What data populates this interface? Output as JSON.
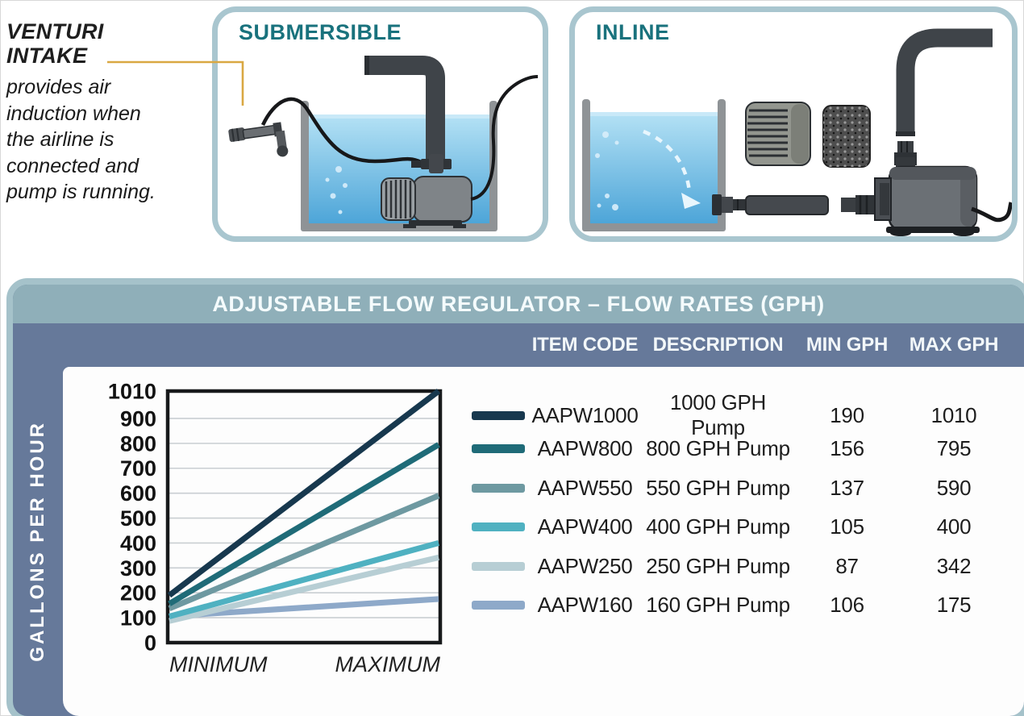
{
  "note": {
    "title_line1": "VENTURI",
    "title_line2": "INTAKE",
    "body": "provides air induction when the airline is connected and pump is running."
  },
  "cards": {
    "submersible_title": "SUBMERSIBLE",
    "inline_title": "INLINE"
  },
  "panel": {
    "title": "ADJUSTABLE FLOW REGULATOR – FLOW RATES (GPH)",
    "columns": [
      "ITEM CODE",
      "DESCRIPTION",
      "MIN GPH",
      "MAX GPH"
    ],
    "ylabel": "GALLONS PER HOUR"
  },
  "table": {
    "rows": [
      {
        "code": "AAPW1000",
        "desc": "1000 GPH Pump",
        "min": "190",
        "max": "1010"
      },
      {
        "code": "AAPW800",
        "desc": "800 GPH Pump",
        "min": "156",
        "max": "795"
      },
      {
        "code": "AAPW550",
        "desc": "550 GPH Pump",
        "min": "137",
        "max": "590"
      },
      {
        "code": "AAPW400",
        "desc": "400 GPH Pump",
        "min": "105",
        "max": "400"
      },
      {
        "code": "AAPW250",
        "desc": "250 GPH Pump",
        "min": "87",
        "max": "342"
      },
      {
        "code": "AAPW160",
        "desc": "160 GPH Pump",
        "min": "106",
        "max": "175"
      }
    ]
  },
  "chart_data": {
    "type": "line",
    "title": "ADJUSTABLE FLOW REGULATOR – FLOW RATES (GPH)",
    "x": [
      "MINIMUM",
      "MAXIMUM"
    ],
    "xlabel": "",
    "ylabel": "GALLONS PER HOUR",
    "ylim": [
      0,
      1010
    ],
    "yticks": [
      1010,
      900,
      800,
      700,
      600,
      500,
      400,
      300,
      200,
      100,
      0
    ],
    "gridlines": [
      900,
      800,
      700,
      600,
      500,
      400,
      300,
      200,
      100
    ],
    "grid": true,
    "legend_position": "right-table",
    "series": [
      {
        "name": "AAPW1000",
        "color": "#17384e",
        "values": [
          190,
          1010
        ]
      },
      {
        "name": "AAPW800",
        "color": "#1f6b78",
        "values": [
          156,
          795
        ]
      },
      {
        "name": "AAPW550",
        "color": "#6e99a1",
        "values": [
          137,
          590
        ]
      },
      {
        "name": "AAPW400",
        "color": "#4fb1c1",
        "values": [
          105,
          400
        ]
      },
      {
        "name": "AAPW250",
        "color": "#b7ced4",
        "values": [
          87,
          342
        ]
      },
      {
        "name": "AAPW160",
        "color": "#8ea9c9",
        "values": [
          106,
          175
        ]
      }
    ]
  },
  "colors": {
    "card_border": "#a9c6cf",
    "heading_teal": "#19727d",
    "panel_border": "#a5c2ca",
    "panel_slate": "#66799a",
    "panel_titlebar": "#8fafb9",
    "connector_gold": "#d9a842",
    "water_top": "#b5e2f5",
    "water_bottom": "#4da5d8"
  }
}
